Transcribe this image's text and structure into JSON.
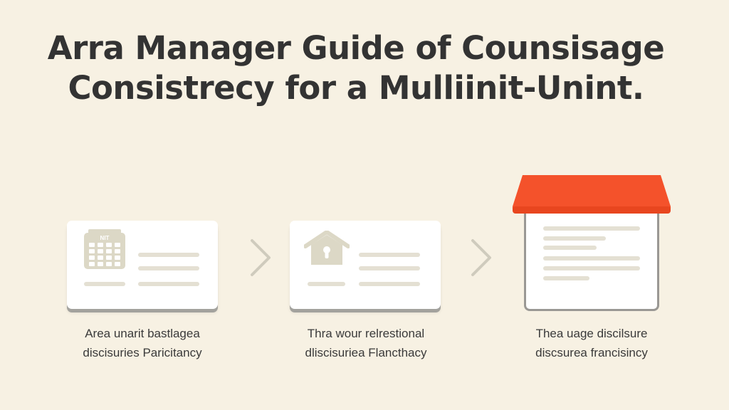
{
  "title": {
    "line1": "Arra Manager Guide of Counsisage",
    "line2": "Consistrecy for a Mulliinit-Unint."
  },
  "steps": [
    {
      "icon": "building-calendar-icon",
      "icon_label": "NIT",
      "caption_line1": "Area unarit bastlagea",
      "caption_line2": "discisuries Paricitancy"
    },
    {
      "icon": "house-lock-icon",
      "caption_line1": "Thra wour relrestional",
      "caption_line2": "dliscisuriea Flancthacy"
    },
    {
      "icon": "document-roof-icon",
      "caption_line1": "Thea uage discilsure",
      "caption_line2": "discsurea francisincy"
    }
  ],
  "arrows": [
    "chevron-right-icon",
    "chevron-right-icon"
  ],
  "colors": {
    "background": "#f7f1e3",
    "title_text": "#333333",
    "card": "#ffffff",
    "placeholder_bar": "#e4e0d3",
    "icon_fill": "#dcd8c6",
    "roof": "#f4522b",
    "chevron": "#cfcbbd",
    "card_shadow": "#a3a29d"
  }
}
